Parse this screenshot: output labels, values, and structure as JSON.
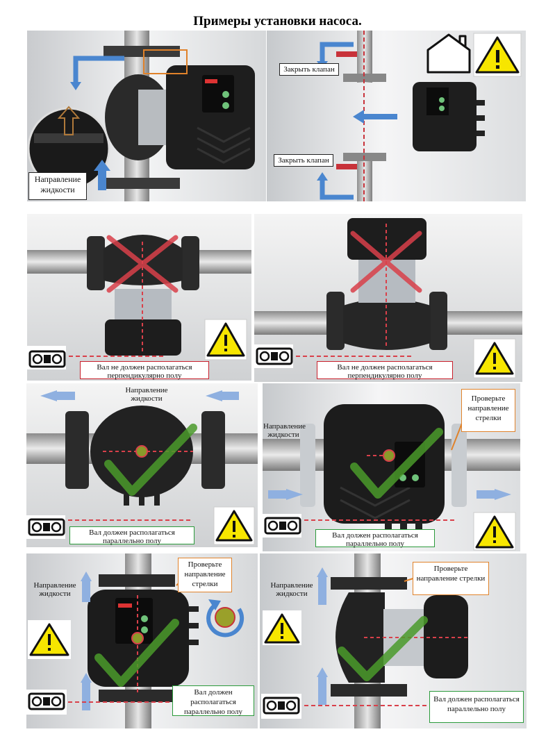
{
  "page": {
    "title": "Примеры установки насоса."
  },
  "labels": {
    "fluid_direction": "Направление жидкости",
    "close_valve": "Закрыть клапан",
    "shaft_not_perpendicular": "Вал не должен располагаться перпендикулярно полу",
    "shaft_parallel": "Вал должен располагаться параллельно полу",
    "check_arrow": "Проверьте направление стрелки"
  },
  "icons": [
    "house-icon",
    "warning-icon",
    "level-icon",
    "arrow-icon",
    "rotation-icon",
    "cross-mark",
    "check-mark"
  ],
  "colors": {
    "warning_yellow": "#f7e600",
    "arrow_blue": "#4a86cf",
    "cross_red": "#d9404a",
    "check_green": "#4a9a2a",
    "orange_box": "#e0822a",
    "red_box": "#c81e2a",
    "green_box": "#2a9a3a"
  }
}
